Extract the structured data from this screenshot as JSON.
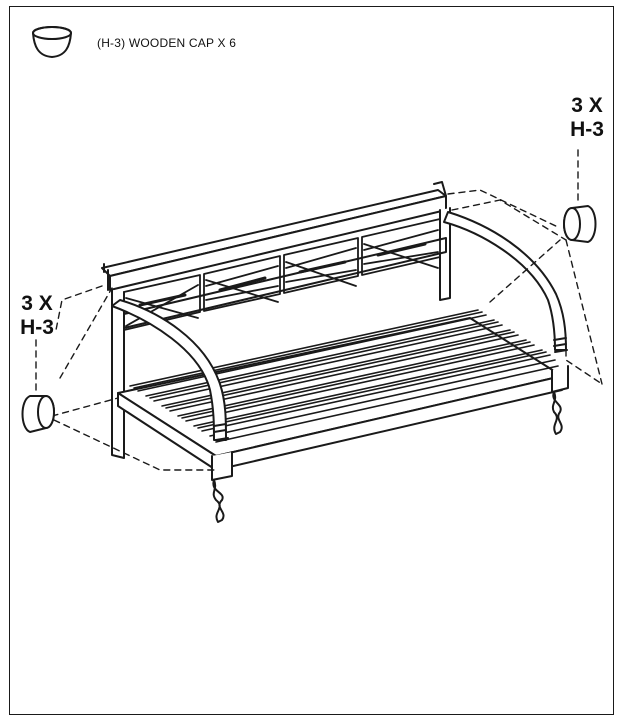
{
  "legend": {
    "part_label": "(H-3) WOODEN CAP X 6",
    "icon": "wooden-cap-icon"
  },
  "callouts": {
    "right": {
      "qty": "3 X",
      "part": "H-3"
    },
    "left": {
      "qty": "3 X",
      "part": "H-3"
    }
  },
  "colors": {
    "line": "#1a1a1a",
    "background": "#ffffff"
  }
}
